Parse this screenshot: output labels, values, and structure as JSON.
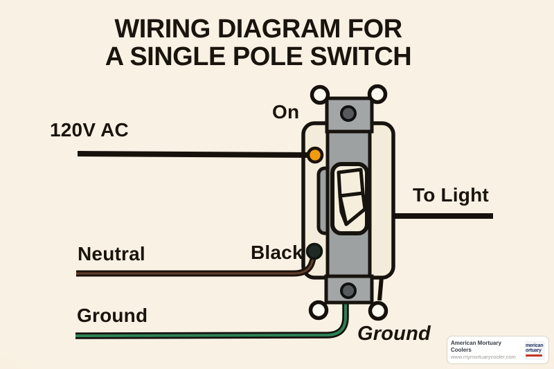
{
  "title": {
    "line1": "WIRING DIAGRAM FOR",
    "line2": "A SINGLE POLE SWITCH"
  },
  "labels": {
    "supply": "120V AC",
    "on": "On",
    "neutral": "Neutral",
    "black": "Black",
    "ground_left": "Ground",
    "ground_right": "Ground",
    "to_light": "To Light"
  },
  "colors": {
    "background": "#f8f0e2",
    "ink": "#1a140e",
    "wire_black": "#17110b",
    "neutral_core": "#63402c",
    "ground_core": "#2e8256",
    "plate": "#f4ecda",
    "switch_gray": "#9da1a2",
    "tab_gray": "#a3a6a7",
    "toggle_cream": "#f5eedc",
    "screw_gray": "#565a5c",
    "loop_fill": "#fdfaf1",
    "terminal_orange": "#f09b0d",
    "terminal_black": "#1f2a24"
  },
  "watermark": {
    "name": "American Mortuary Coolers",
    "url": "www.mymortuarycooler.com",
    "logo_line1": "merican",
    "logo_line2": "ortuary"
  }
}
